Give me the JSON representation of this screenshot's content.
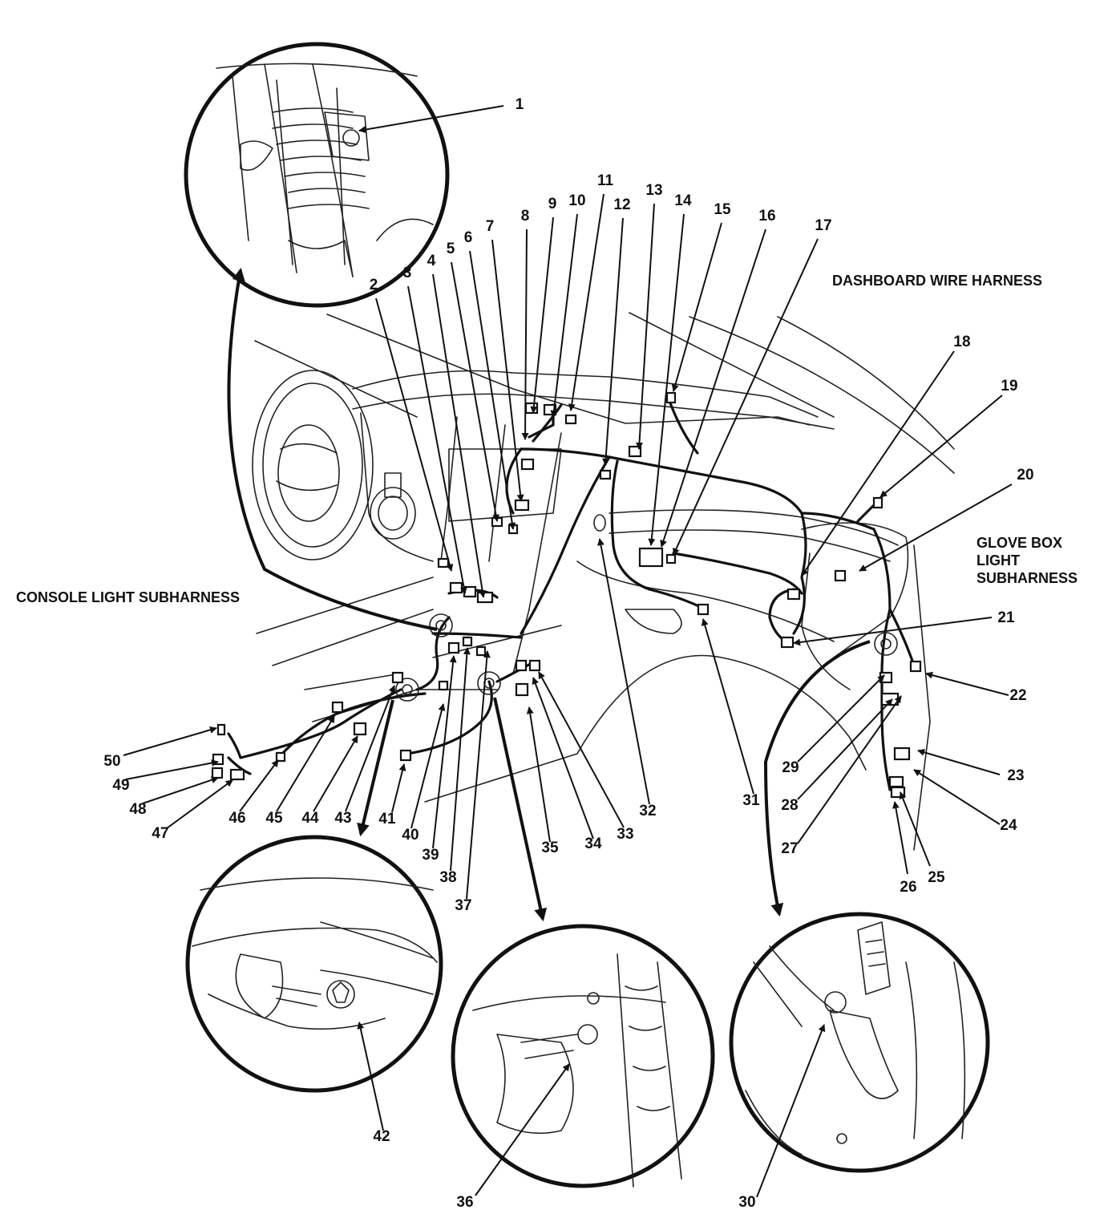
{
  "figure": {
    "callouts": [
      "1",
      "2",
      "3",
      "4",
      "5",
      "6",
      "7",
      "8",
      "9",
      "10",
      "11",
      "12",
      "13",
      "14",
      "15",
      "16",
      "17",
      "18",
      "19",
      "20",
      "21",
      "22",
      "23",
      "24",
      "25",
      "26",
      "27",
      "28",
      "29",
      "30",
      "31",
      "32",
      "33",
      "34",
      "35",
      "36",
      "37",
      "38",
      "39",
      "40",
      "41",
      "42",
      "43",
      "44",
      "45",
      "46",
      "47",
      "48",
      "49",
      "50"
    ],
    "labels": {
      "dashboard_harness": "DASHBOARD WIRE HARNESS",
      "glove_box_line1": "GLOVE BOX",
      "glove_box_line2": "LIGHT",
      "glove_box_line3": "SUBHARNESS",
      "console_light": "CONSOLE LIGHT SUBHARNESS"
    }
  }
}
